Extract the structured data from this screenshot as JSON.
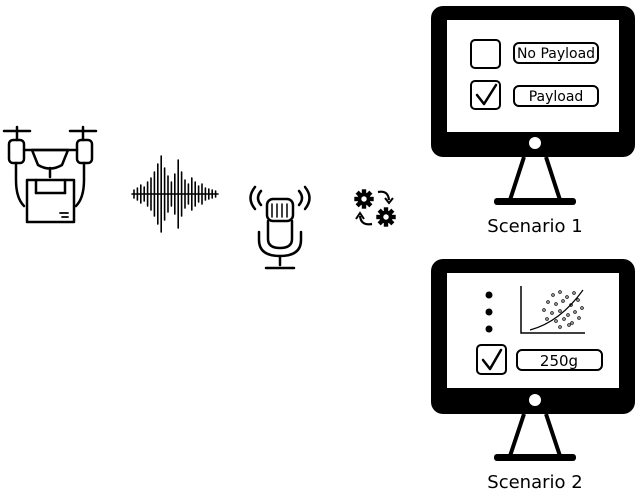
{
  "scenario1": {
    "label": "Scenario 1",
    "options": [
      {
        "label": "No Payload",
        "checked": false
      },
      {
        "label": "Payload",
        "checked": true
      }
    ]
  },
  "scenario2": {
    "label": "Scenario 2",
    "result": {
      "label": "250g",
      "checked": true
    }
  },
  "icons": [
    "drone-with-package-icon",
    "sound-wave-icon",
    "microphone-icon",
    "gears-processing-icon",
    "monitor-icon"
  ],
  "colors": {
    "stroke": "#000000",
    "background": "#ffffff"
  }
}
